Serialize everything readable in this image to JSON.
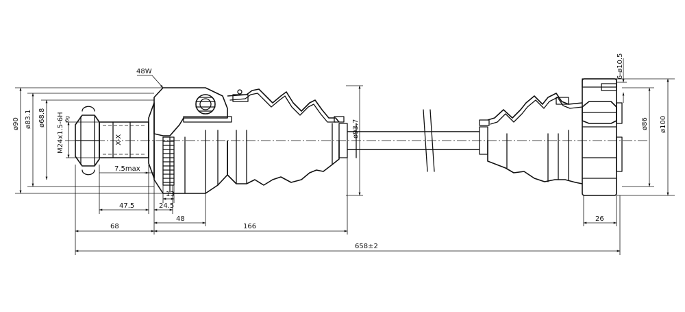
{
  "labels": {
    "d90": "ø90",
    "d83_1": "ø83.1",
    "d68_8": "ø68.8",
    "thread_main": "M24x1.5-6H",
    "thread_tol": "6g",
    "section": "X-X",
    "spline": "48W",
    "d93_7": "ø93.7",
    "holes": "6-ø10.5",
    "d86": "ø86",
    "d100": "ø100",
    "ring_width": "13",
    "max_len": "7.5max"
  },
  "dimensions": {
    "stub_len": "47.5",
    "shoulder_len": "24.5",
    "dim_68": "68",
    "dim_48": "48",
    "dim_166": "166",
    "flange_width": "26",
    "total_len": "658±2"
  },
  "colors": {
    "line": "#111111",
    "background": "#ffffff"
  }
}
